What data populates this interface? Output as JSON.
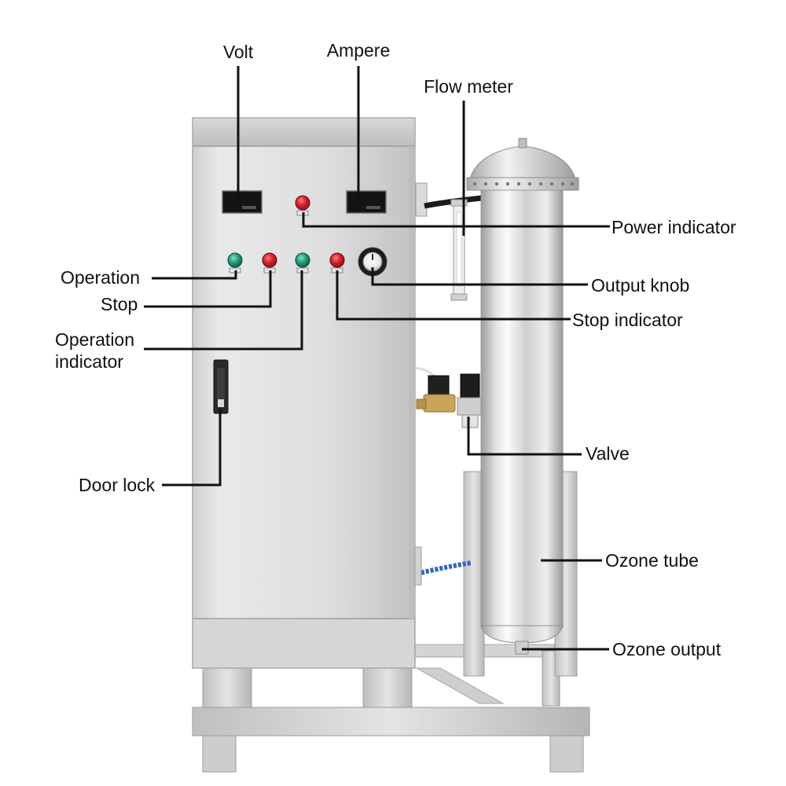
{
  "diagram": {
    "labels": {
      "volt": "Volt",
      "ampere": "Ampere",
      "flow_meter": "Flow meter",
      "power_indicator": "Power indicator",
      "operation": "Operation",
      "output_knob": "Output knob",
      "stop": "Stop",
      "stop_indicator": "Stop indicator",
      "operation_indicator_line1": "Operation",
      "operation_indicator_line2": "indicator",
      "valve": "Valve",
      "door_lock": "Door lock",
      "ozone_tube": "Ozone tube",
      "ozone_output": "Ozone output"
    },
    "colors": {
      "steel_light": "#e6e6e6",
      "steel_mid": "#c7c7c7",
      "steel_dark": "#9a9a9a",
      "red_button": "#d41f2a",
      "green_button": "#1f9a7a",
      "display": "#141414",
      "brass": "#c9a45a",
      "blue_hose": "#2f64c8",
      "line": "#111111"
    }
  }
}
